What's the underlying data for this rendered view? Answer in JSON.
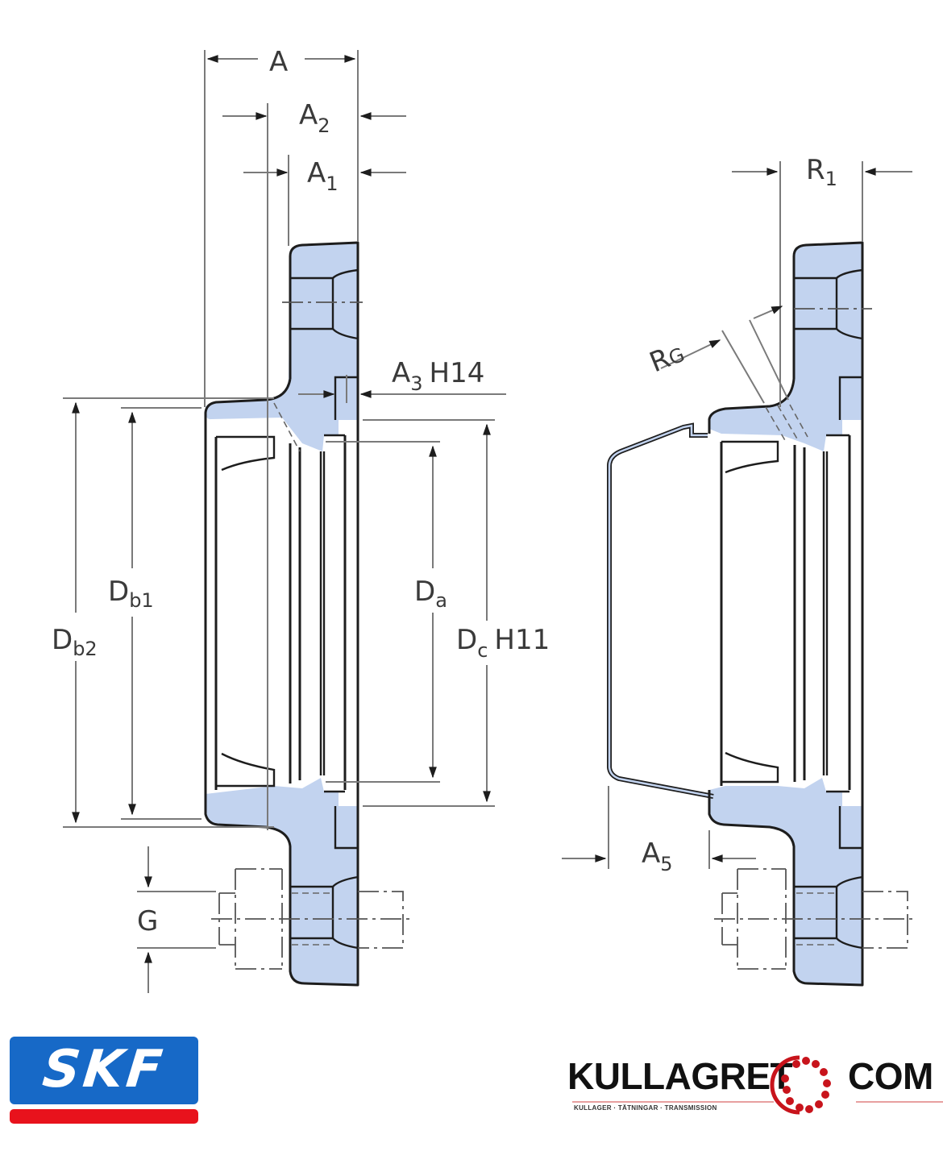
{
  "figure": {
    "type": "flanged housing cross-section drawing",
    "colors": {
      "section_fill": "#c2d3ef",
      "outline": "#1d1d1d",
      "dimension_line": "#7a7a7a",
      "skf_blue": "#1769c7",
      "skf_red": "#e8121c",
      "kullagret_red": "#c8141c"
    }
  },
  "labels": {
    "A": "A",
    "A2": {
      "main": "A",
      "sub": "2"
    },
    "A1": {
      "main": "A",
      "sub": "1"
    },
    "A3": {
      "main": "A",
      "sub": "3",
      "suffix": "H14"
    },
    "Db1": {
      "main": "D",
      "sub": "b1"
    },
    "Db2": {
      "main": "D",
      "sub": "b2"
    },
    "Da": {
      "main": "D",
      "sub": "a"
    },
    "Dc": {
      "main": "D",
      "sub": "c",
      "suffix": "H11"
    },
    "G": "G",
    "R1": {
      "main": "R",
      "sub": "1"
    },
    "RG": {
      "main": "R",
      "sub": "G"
    },
    "A5": {
      "main": "A",
      "sub": "5"
    }
  },
  "logos": {
    "skf": {
      "text": "SKF"
    },
    "kullagret": {
      "word_left": "KULLAGRET",
      "word_right": "COM",
      "tagline": "KULLAGER · TÄTNINGAR · TRANSMISSION"
    }
  }
}
